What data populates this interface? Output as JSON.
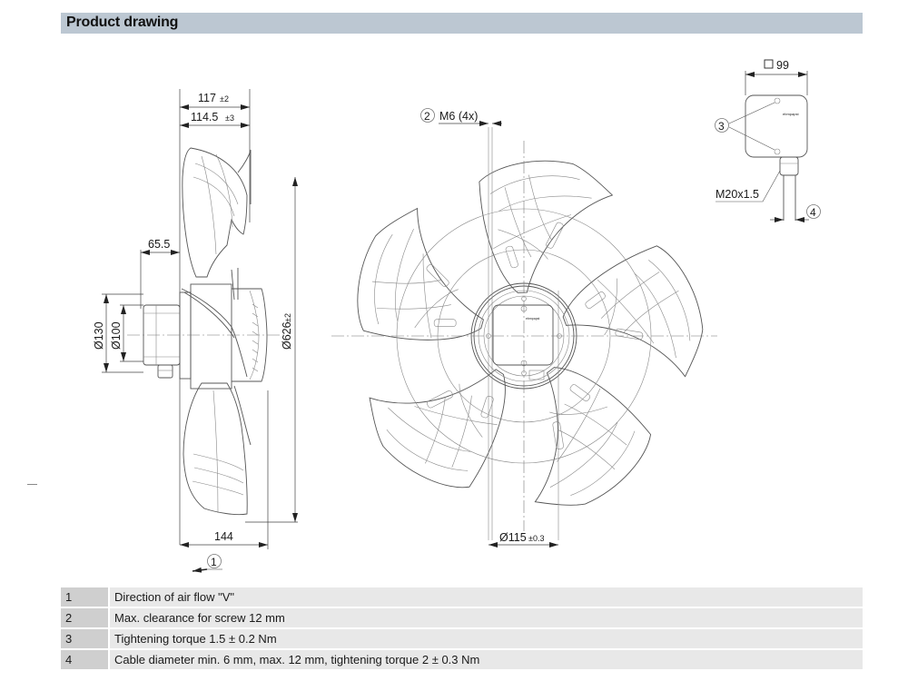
{
  "header": {
    "title": "Product drawing"
  },
  "side_view": {
    "dim_overall_depth": "117",
    "dim_overall_depth_tol": "±2",
    "dim_blade_depth": "114.5",
    "dim_blade_depth_tol": "±3",
    "dim_box_offset": "65.5",
    "dim_outer_dia": "Ø130",
    "dim_inner_dia": "Ø100",
    "dim_fan_dia": "Ø626",
    "dim_fan_dia_tol": "±2",
    "dim_bottom_width": "144",
    "callout_airflow": "1"
  },
  "front_view": {
    "callout_screw": "2",
    "screw_label": "M6 (4x)",
    "dim_hub_dia": "Ø115",
    "dim_hub_dia_tol": "±0.3",
    "brand_mark": "ebmpapst"
  },
  "terminal_box": {
    "dim_square": "99",
    "callout_torque": "3",
    "gland_label": "M20x1.5",
    "callout_cable": "4",
    "brand_mark": "ebmpapst"
  },
  "legend": [
    {
      "num": "1",
      "text": "Direction of air flow \"V\""
    },
    {
      "num": "2",
      "text": "Max. clearance for screw 12 mm"
    },
    {
      "num": "3",
      "text": "Tightening torque 1.5 ± 0.2 Nm"
    },
    {
      "num": "4",
      "text": "Cable diameter min. 6 mm, max. 12 mm, tightening torque 2 ± 0.3 Nm"
    }
  ],
  "colors": {
    "header_bg": "#bcc7d2",
    "num_cell_bg": "#cfcfcf",
    "text_cell_bg": "#e8e8e8"
  }
}
